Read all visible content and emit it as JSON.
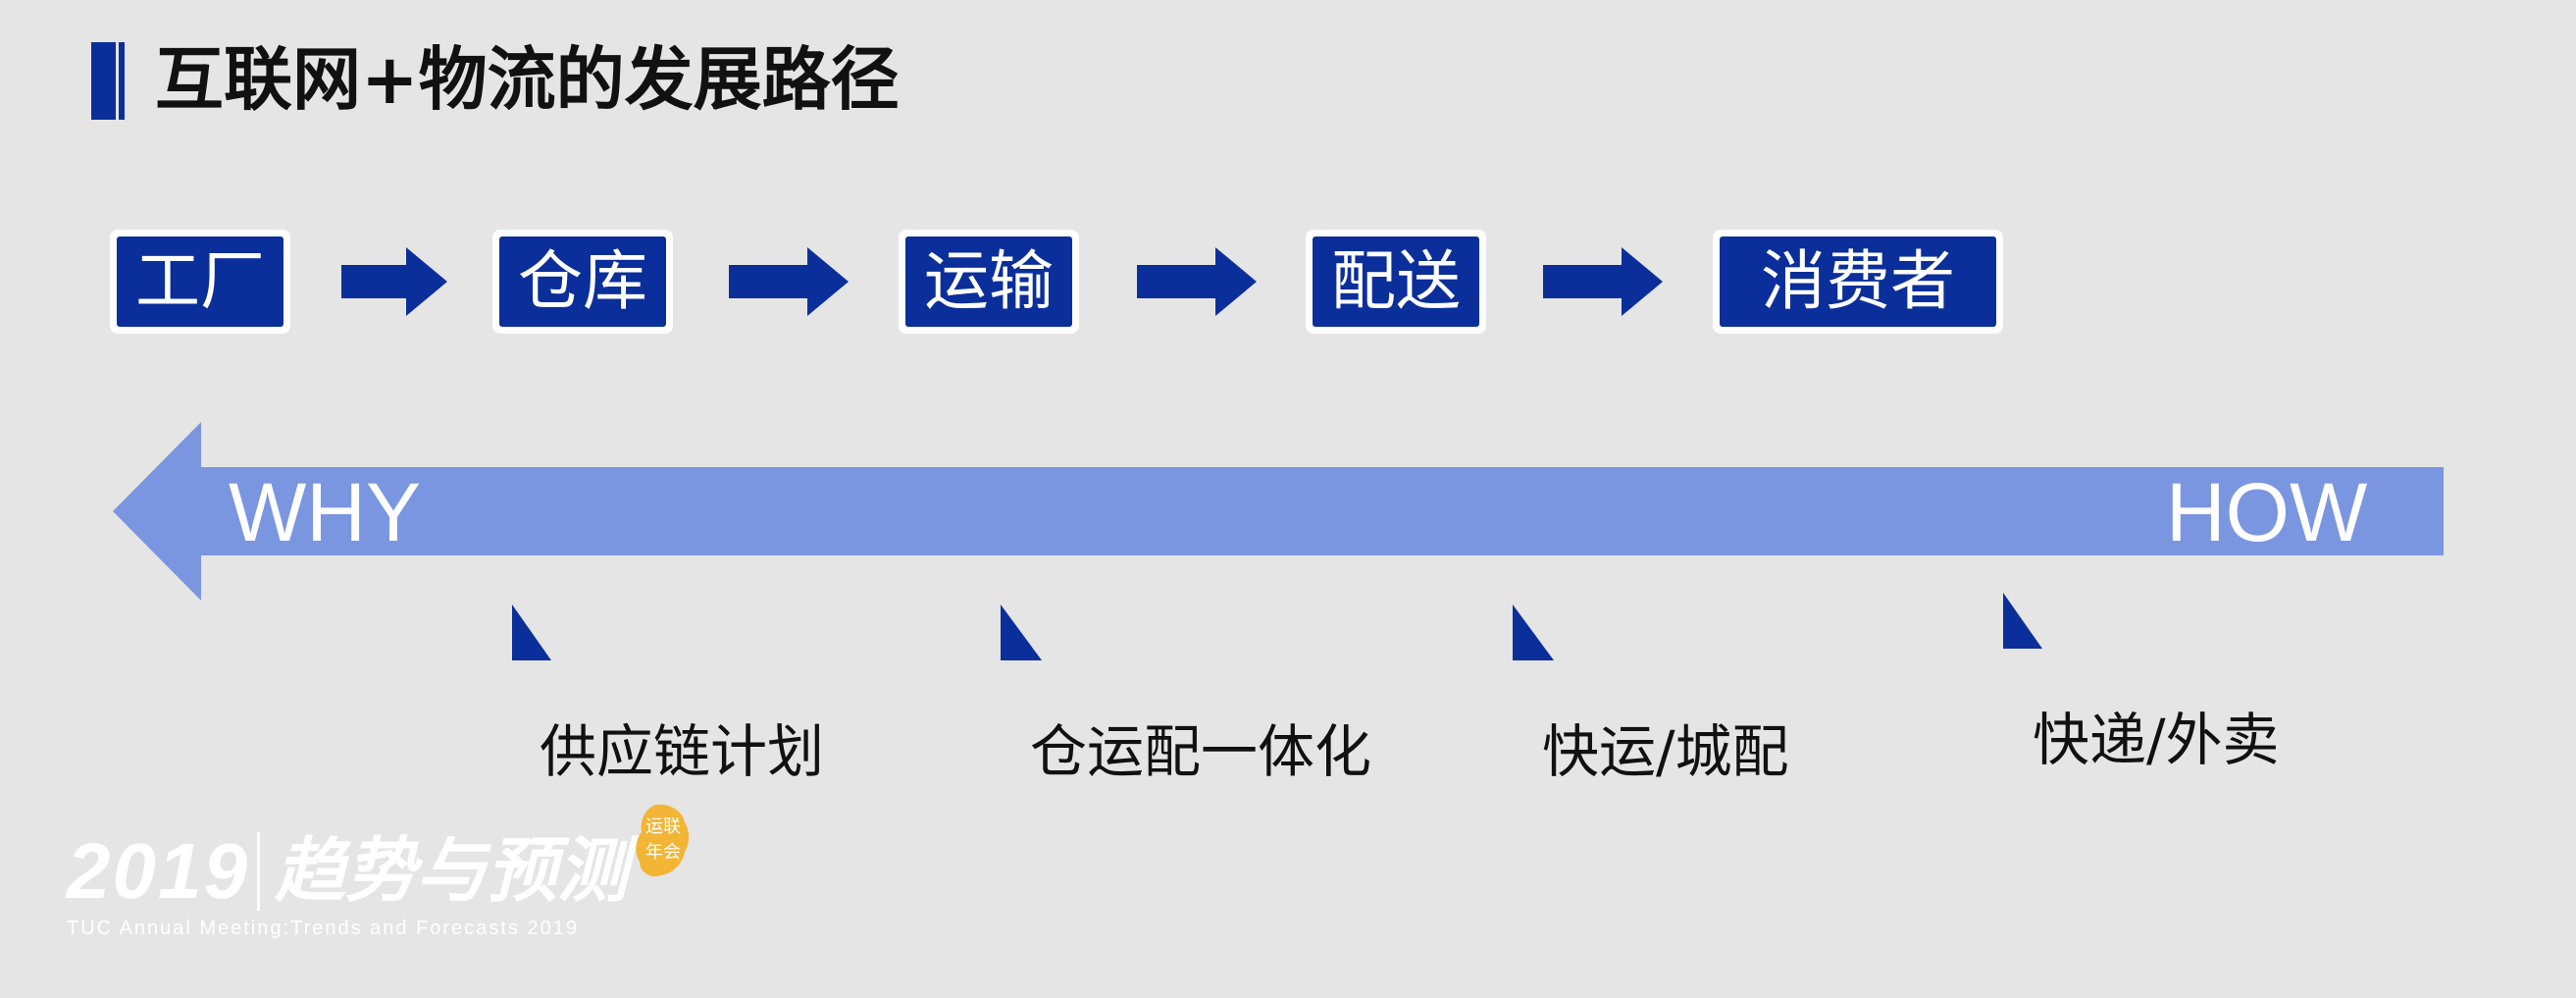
{
  "title": "互联网+物流的发展路径",
  "steps": [
    {
      "label": "工厂"
    },
    {
      "label": "仓库"
    },
    {
      "label": "运输"
    },
    {
      "label": "配送"
    },
    {
      "label": "消费者"
    }
  ],
  "direction": {
    "left_label": "WHY",
    "right_label": "HOW"
  },
  "stages": [
    {
      "label": "供应链计划"
    },
    {
      "label": "仓运配一体化"
    },
    {
      "label": "快运/城配"
    },
    {
      "label": "快递/外卖"
    }
  ],
  "colors": {
    "primary": "#0b2f9a",
    "arrow": "#7b96e0",
    "background": "#e5e5e5",
    "badge": "#f2b535"
  },
  "footer": {
    "year": "2019",
    "title": "趋势与预测",
    "badge_text": "运联年会",
    "subtitle": "TUC Annual Meeting:Trends and Forecasts 2019"
  }
}
